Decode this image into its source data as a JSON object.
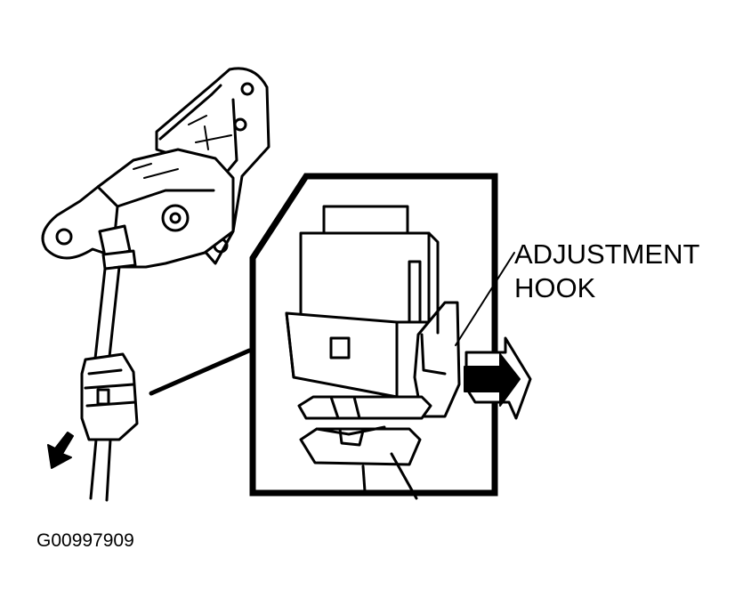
{
  "callout": {
    "line1": "ADJUSTMENT",
    "line2": "HOOK"
  },
  "figure_id": "G00997909",
  "colors": {
    "ink": "#000000",
    "paper": "#ffffff"
  }
}
